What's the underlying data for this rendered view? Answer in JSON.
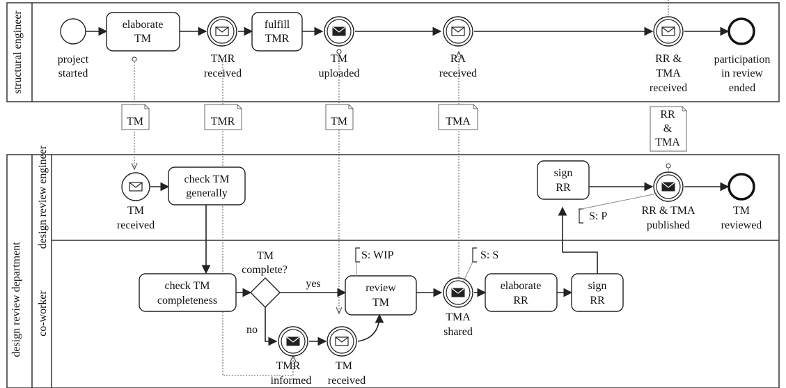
{
  "pools": {
    "structural_engineer": "structural engineer",
    "design_review_department": "design review department",
    "lane_design_review_engineer": "design review engineer",
    "lane_co_worker": "co-worker"
  },
  "tasks": {
    "elaborate_tm": [
      "elaborate",
      "TM"
    ],
    "fulfill_tmr": [
      "fulfill",
      "TMR"
    ],
    "check_tm_generally": [
      "check TM",
      "generally"
    ],
    "check_tm_completeness": [
      "check TM",
      "completeness"
    ],
    "review_tm": [
      "review",
      "TM"
    ],
    "elaborate_rr": [
      "elaborate",
      "RR"
    ],
    "sign_rr_coworker": [
      "sign",
      "RR"
    ],
    "sign_rr_engineer": [
      "sign",
      "RR"
    ]
  },
  "events": {
    "project_started": [
      "project",
      "started"
    ],
    "tmr_received_se": [
      "TMR",
      "received"
    ],
    "tm_uploaded": [
      "TM",
      "uploaded"
    ],
    "ra_received": [
      "RA",
      "received"
    ],
    "rr_tma_received": [
      "RR &",
      "TMA",
      "received"
    ],
    "participation_ended": [
      "participation",
      "in review",
      "ended"
    ],
    "tm_received_dre": [
      "TM",
      "received"
    ],
    "rr_tma_published": [
      "RR & TMA",
      "published"
    ],
    "tm_reviewed": [
      "TM",
      "reviewed"
    ],
    "tmr_informed": [
      "TMR",
      "informed"
    ],
    "tm_received_cw": [
      "TM",
      "received"
    ],
    "tma_shared": [
      "TMA",
      "shared"
    ]
  },
  "gateway": {
    "question": [
      "TM",
      "complete?"
    ],
    "yes": "yes",
    "no": "no"
  },
  "data_objects": {
    "tm_1": [
      "TM"
    ],
    "tmr": [
      "TMR"
    ],
    "tm_2": [
      "TM"
    ],
    "tma": [
      "TMA"
    ],
    "rr_tma": [
      "RR",
      "&",
      "TMA"
    ]
  },
  "annotations": {
    "s_wip": "S: WIP",
    "s_s": "S: S",
    "s_p": "S: P"
  }
}
